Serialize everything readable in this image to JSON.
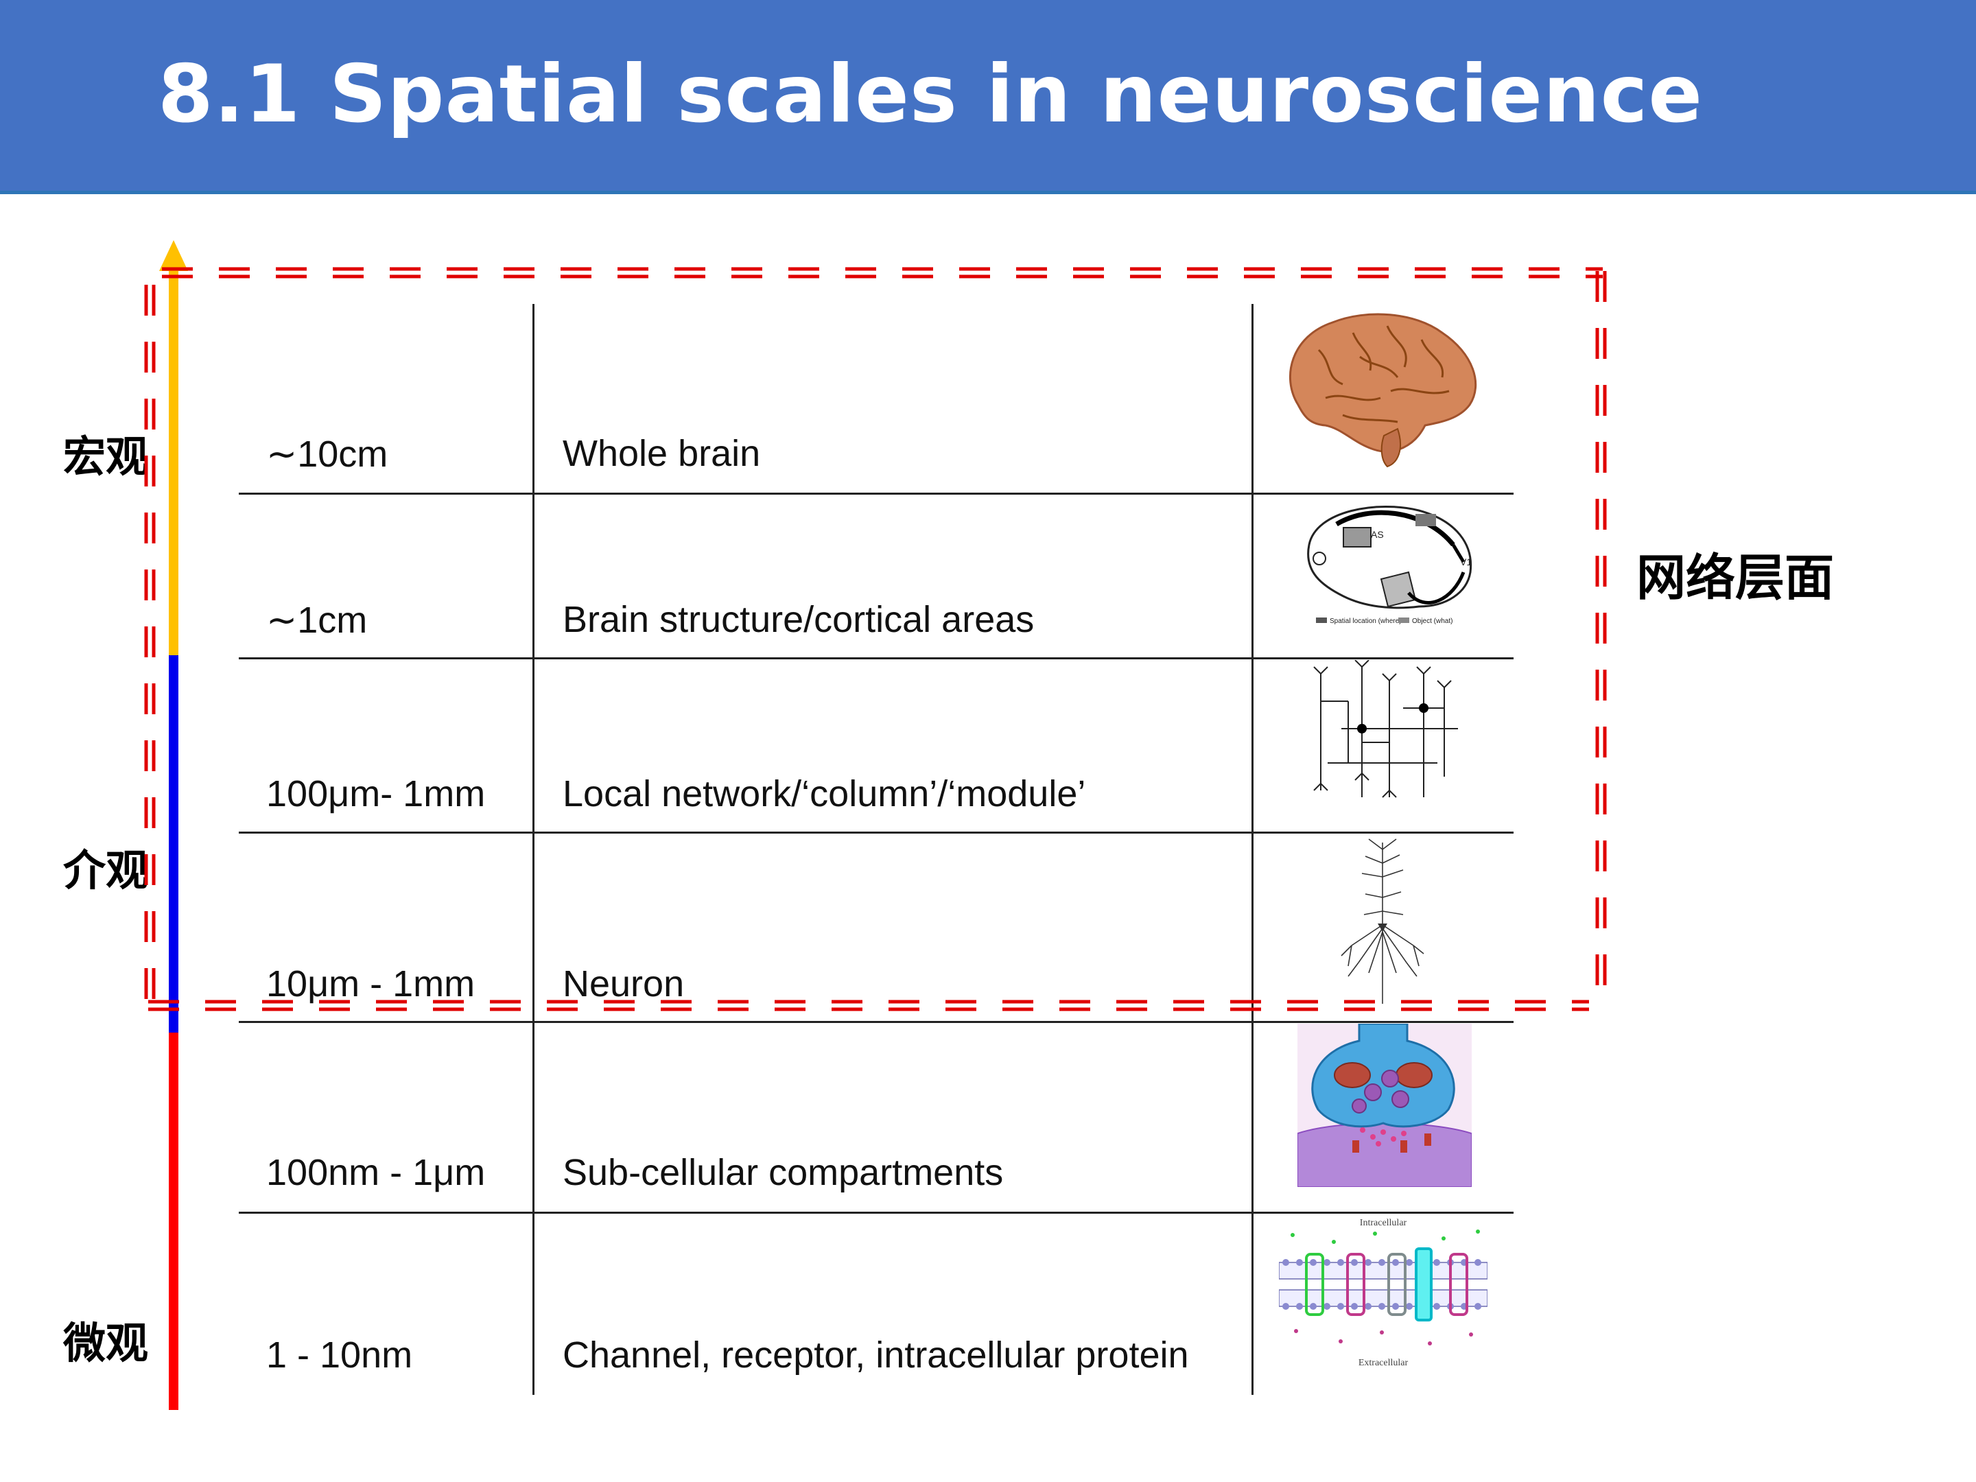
{
  "title": "8.1 Spatial scales in neuroscience",
  "levels": {
    "macro": "宏观",
    "meso": "介观",
    "micro": "微观"
  },
  "network_label": "网络层面",
  "rows": [
    {
      "scale": "∼10cm",
      "description": "Whole brain",
      "image": "brain-photo"
    },
    {
      "scale": "∼1cm",
      "description": "Brain structure/cortical areas",
      "image": "cortical-areas-diagram"
    },
    {
      "scale": "100μm- 1mm",
      "description": "Local network/‘column’/‘module’",
      "image": "local-network-diagram"
    },
    {
      "scale": "10μm - 1mm",
      "description": "Neuron",
      "image": "neuron-drawing"
    },
    {
      "scale": "100nm - 1μm",
      "description": "Sub-cellular compartments",
      "image": "synapse-illustration"
    },
    {
      "scale": "1 - 10nm",
      "description": "Channel, receptor, intracellular protein",
      "image": "membrane-channels-illustration"
    }
  ],
  "figure_text": {
    "cortex_as": "AS",
    "cortex_v1": "V1",
    "cortex_legend_where": "Spatial location (where)",
    "cortex_legend_what": "Object (what)",
    "membrane_top": "Intracellular",
    "membrane_bottom": "Extracellular"
  },
  "colors": {
    "header_bg": "#4472c4",
    "axis_macro": "#ffc000",
    "axis_meso": "#0000ee",
    "axis_micro": "#ff0000",
    "network_box": "#e00000"
  }
}
